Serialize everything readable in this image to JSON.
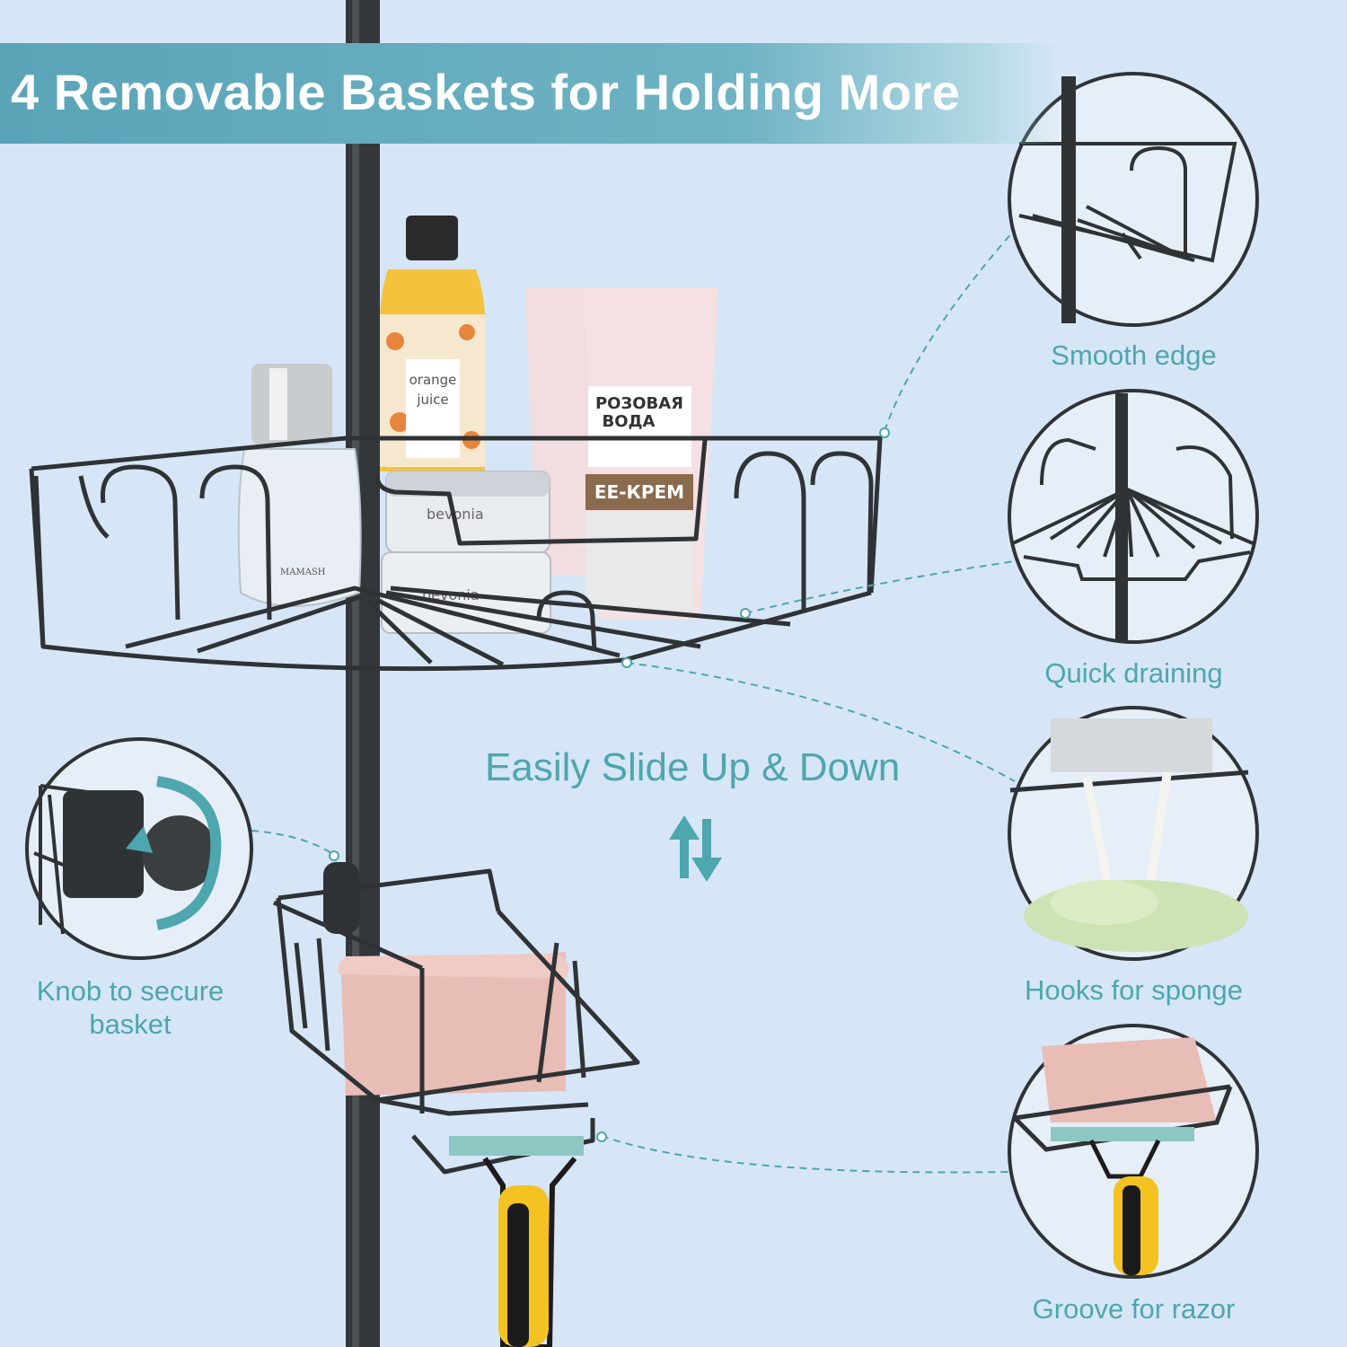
{
  "banner": {
    "title": "4 Removable Baskets for Holding More"
  },
  "main": {
    "slide_label": "Easily Slide Up & Down"
  },
  "callouts": [
    {
      "label": "Smooth edge"
    },
    {
      "label": "Quick draining"
    },
    {
      "label": "Hooks for sponge"
    },
    {
      "label": "Groove for razor"
    },
    {
      "label": "Knob to secure",
      "label2": "basket"
    }
  ],
  "product_text": {
    "bottle_label": [
      "orange",
      "juice"
    ],
    "tube_label": [
      "РОЗОВАЯ",
      "ВОДА",
      "EE-КРЕМ"
    ],
    "jar_brand": "bevonia",
    "pump_brand": "MAMASH"
  },
  "colors": {
    "accent": "#4ea6ae",
    "banner": "#5aa4b8",
    "background": "#d6e6f7",
    "metal": "#2f3336"
  }
}
